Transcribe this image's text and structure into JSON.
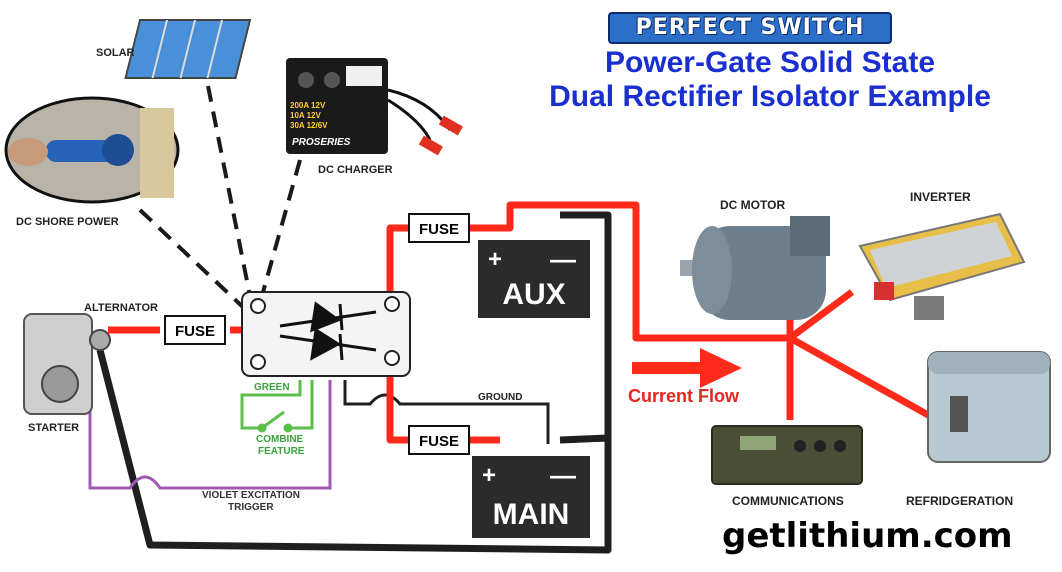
{
  "brand": "PERFECT SWITCH",
  "title_line1": "Power-Gate Solid State",
  "title_line2": "Dual Rectifier Isolator Example",
  "website": "getlithium.com",
  "labels": {
    "solar": "SOLAR",
    "dc_charger": "DC CHARGER",
    "dc_shore_power": "DC SHORE POWER",
    "alternator": "ALTERNATOR",
    "starter": "STARTER",
    "green": "GREEN",
    "combine": "COMBINE",
    "feature": "FEATURE",
    "violet1": "VIOLET EXCITATION",
    "violet2": "TRIGGER",
    "ground": "GROUND",
    "current_flow": "Current Flow",
    "dc_motor": "DC MOTOR",
    "inverter": "INVERTER",
    "communications": "COMMUNICATIONS",
    "refrigeration": "REFRIDGERATION"
  },
  "fuse_label": "FUSE",
  "batteries": {
    "aux": "AUX",
    "main": "MAIN",
    "plus": "+",
    "minus": "—"
  },
  "charger_text": {
    "brand": "PROSERIES",
    "ratings": [
      "200A 12V",
      "10A 12V",
      "30A 12/6V"
    ]
  },
  "colors": {
    "positive_wire": "#ff2a1a",
    "negative_wire": "#222222",
    "green_wire": "#5bbf4a",
    "violet_wire": "#a05ab4",
    "title_blue": "#1a2fd0",
    "current_flow": "#e0281e"
  }
}
